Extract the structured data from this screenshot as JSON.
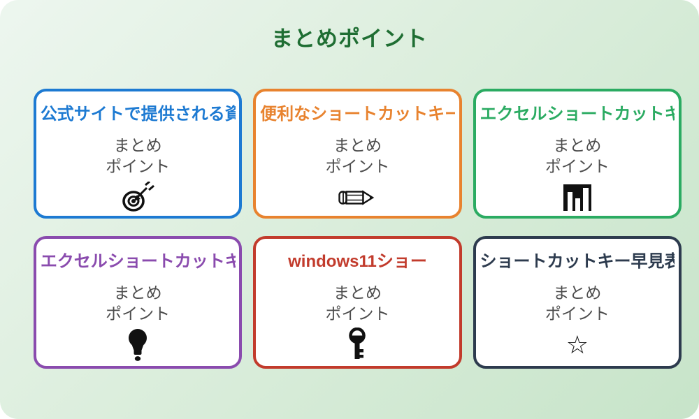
{
  "page": {
    "title": "まとめポイント",
    "title_color": "#1f6e33",
    "background_start": "#edf6ef",
    "background_end": "#c7e4c9",
    "icon_color": "#111111"
  },
  "cards": [
    {
      "title": "公式サイトで提供される資",
      "body_line1": "まとめ",
      "body_line2": "ポイント",
      "icon": "dart-target-icon",
      "color": "#1d7ad2"
    },
    {
      "title": "便利なショートカットキー",
      "body_line1": "まとめ",
      "body_line2": "ポイント",
      "icon": "pencil-icon",
      "color": "#e8832f"
    },
    {
      "title": "エクセルショートカットキ",
      "body_line1": "まとめ",
      "body_line2": "ポイント",
      "icon": "bar-chart-icon",
      "color": "#2bab62"
    },
    {
      "title": "エクセルショートカットキ",
      "body_line1": "まとめ",
      "body_line2": "ポイント",
      "icon": "lightbulb-icon",
      "color": "#8a4bae"
    },
    {
      "title": "windows11ショー",
      "body_line1": "まとめ",
      "body_line2": "ポイント",
      "icon": "key-icon",
      "color": "#c23b2c"
    },
    {
      "title": "ショートカットキー早見表",
      "body_line1": "まとめ",
      "body_line2": "ポイント",
      "icon": "star-icon",
      "color": "#2d3b4e",
      "star_glyph": "☆"
    }
  ]
}
